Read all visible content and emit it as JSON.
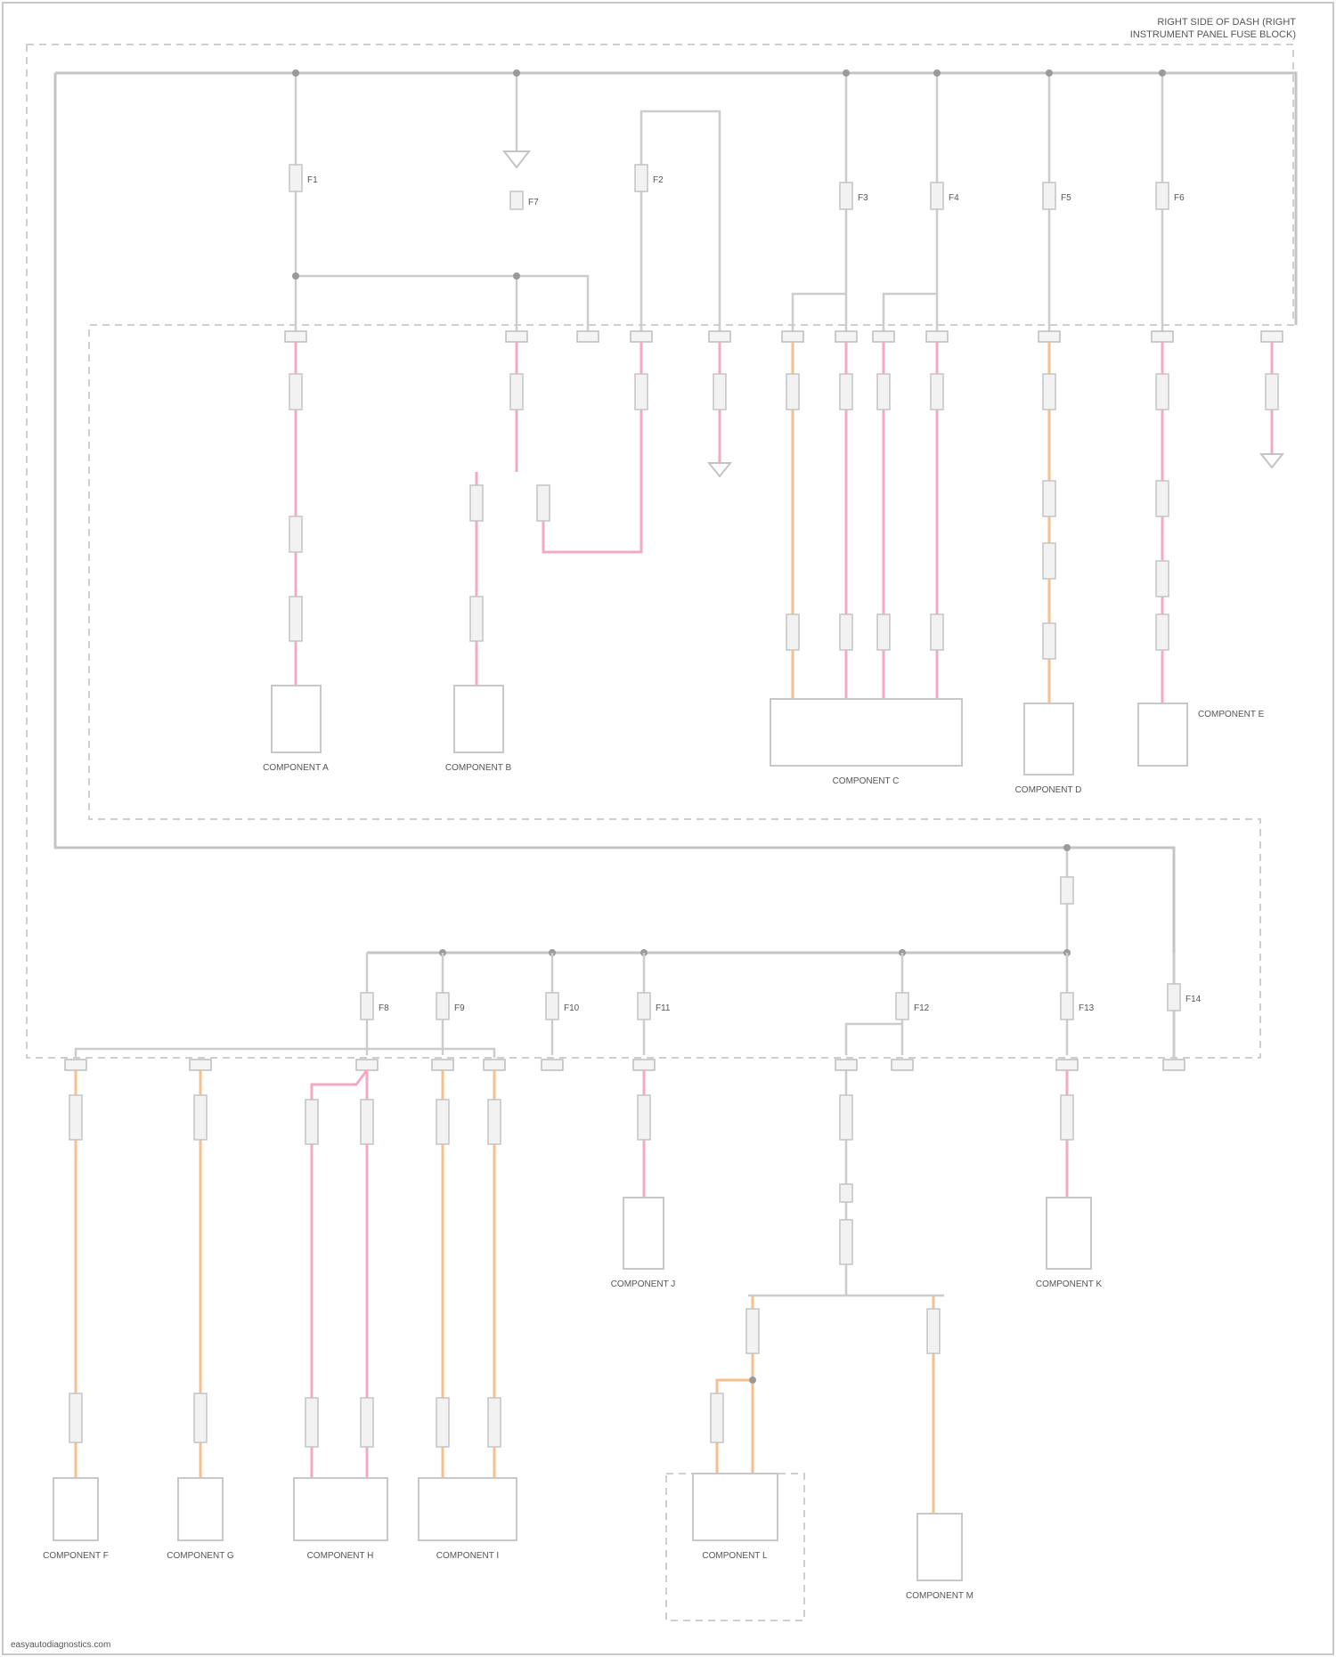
{
  "header": {
    "line1": "RIGHT SIDE OF DASH (RIGHT",
    "line2": "INSTRUMENT PANEL FUSE BLOCK)"
  },
  "colors": {
    "pink": "#f4a8c4",
    "orange": "#f6c08e",
    "grey": "#cccccc",
    "frame": "#c8c8c8"
  },
  "top_section": {
    "fuses": [
      {
        "label": "F1"
      },
      {
        "label": "F2"
      },
      {
        "label": "F3"
      },
      {
        "label": "F4"
      },
      {
        "label": "F5"
      },
      {
        "label": "F6"
      },
      {
        "label": "F7"
      }
    ],
    "components": [
      {
        "label": "COMPONENT A"
      },
      {
        "label": "COMPONENT B"
      },
      {
        "label": "COMPONENT C"
      },
      {
        "label": "COMPONENT D"
      },
      {
        "label": "COMPONENT E"
      }
    ]
  },
  "bottom_section": {
    "fuses": [
      {
        "label": "F8"
      },
      {
        "label": "F9"
      },
      {
        "label": "F10"
      },
      {
        "label": "F11"
      },
      {
        "label": "F12"
      },
      {
        "label": "F13"
      },
      {
        "label": "F14"
      }
    ],
    "components": [
      {
        "label": "COMPONENT F"
      },
      {
        "label": "COMPONENT G"
      },
      {
        "label": "COMPONENT H"
      },
      {
        "label": "COMPONENT I"
      },
      {
        "label": "COMPONENT J"
      },
      {
        "label": "COMPONENT K"
      },
      {
        "label": "COMPONENT L"
      },
      {
        "label": "COMPONENT M"
      }
    ]
  },
  "footer": "easyautodiagnostics.com"
}
